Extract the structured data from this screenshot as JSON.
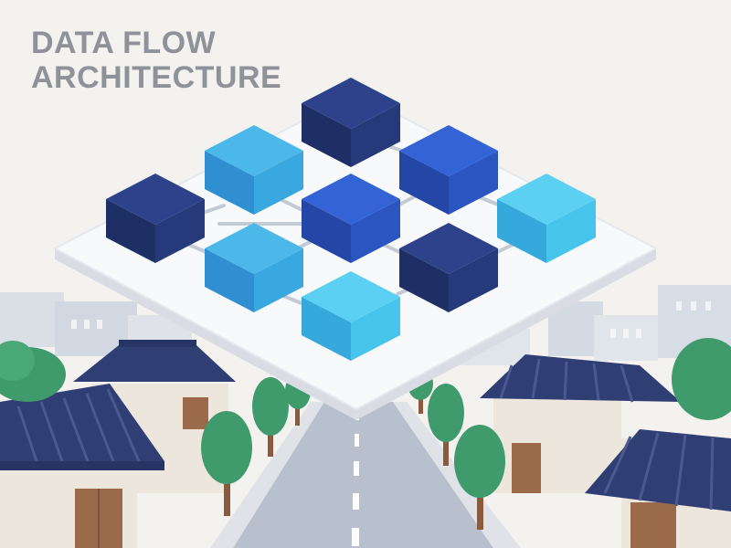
{
  "title": {
    "line1": "DATA FLOW",
    "line2": "ARCHITECTURE"
  },
  "colors": {
    "background": "#f3f2ef",
    "title": "#8f9299",
    "platform_top": "#f8f9fb",
    "platform_side": "#d9dde3",
    "navy_block": "#26397a",
    "mid_blue_block": "#2f56c6",
    "light_blue_block": "#3aa8e0",
    "sky_block": "#46c4ec",
    "connector": "#c3cad4",
    "roof": "#2f3f74",
    "wall": "#ede6dc",
    "wood": "#9a6a4a",
    "tree": "#3f9a6c",
    "trunk": "#8a5a3c",
    "road": "#b7c0cc"
  },
  "blocks": [
    {
      "name": "block-navy-top",
      "color": "navy"
    },
    {
      "name": "block-light-blue-1",
      "color": "light"
    },
    {
      "name": "block-mid-blue-1",
      "color": "mid"
    },
    {
      "name": "block-navy-left",
      "color": "navy"
    },
    {
      "name": "block-mid-blue-center",
      "color": "mid"
    },
    {
      "name": "block-sky-right",
      "color": "sky"
    },
    {
      "name": "block-light-blue-2",
      "color": "light"
    },
    {
      "name": "block-navy-right",
      "color": "navy"
    },
    {
      "name": "block-sky-bottom",
      "color": "sky"
    }
  ]
}
